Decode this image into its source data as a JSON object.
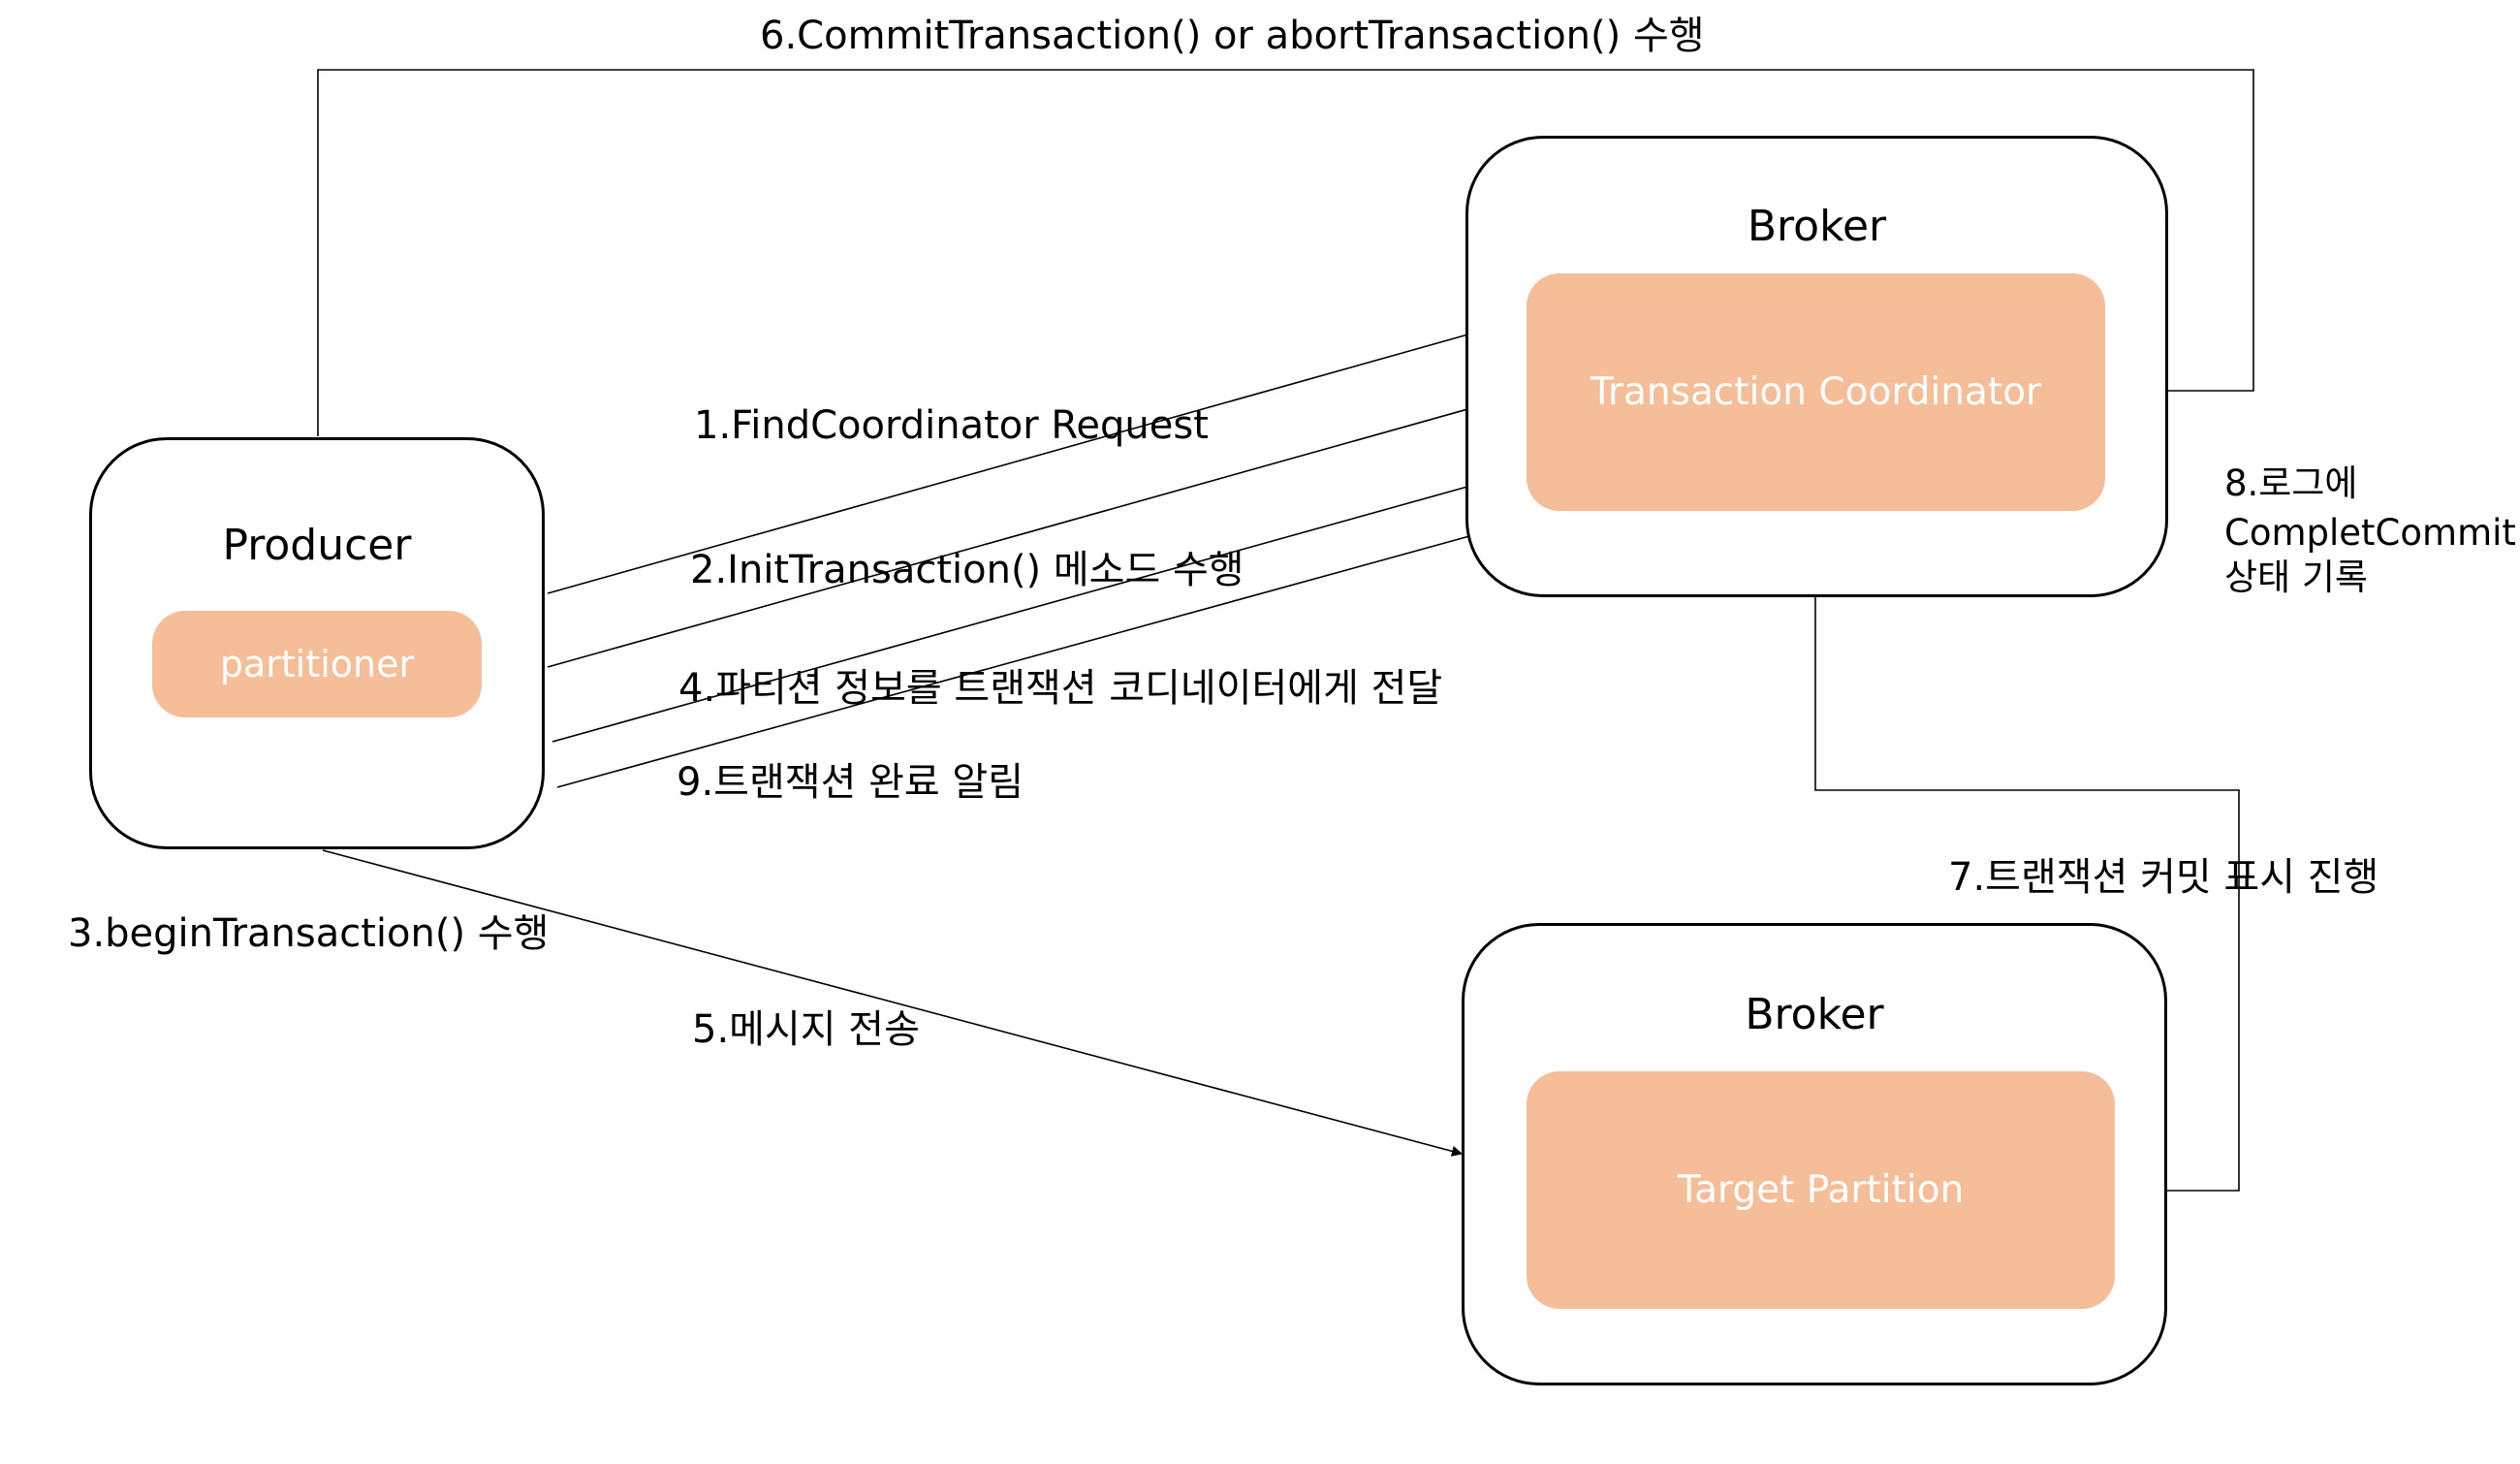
{
  "producer": {
    "title": "Producer",
    "component": "partitioner"
  },
  "broker_top": {
    "title": "Broker",
    "component": "Transaction Coordinator"
  },
  "broker_bottom": {
    "title": "Broker",
    "component": "Target Partition"
  },
  "steps": {
    "s1": "1.FindCoordinator Request",
    "s2": "2.InitTransaction() 메소드 수행",
    "s3": "3.beginTransaction() 수행",
    "s4": "4.파티션 정보를 트랜잭션 코디네이터에게 전달",
    "s5": "5.메시지 전송",
    "s6": "6.CommitTransaction() or abortTransaction() 수행",
    "s7": "7.트랜잭션 커밋 표시 진행",
    "s8_line1": "8.로그에",
    "s8_line2": "CompletCommit",
    "s8_line3": "상태 기록",
    "s9": "9.트랜잭션 완료 알림"
  },
  "colors": {
    "component_fill": "#f5bd98",
    "component_text": "#ffffff",
    "line": "#000000"
  }
}
